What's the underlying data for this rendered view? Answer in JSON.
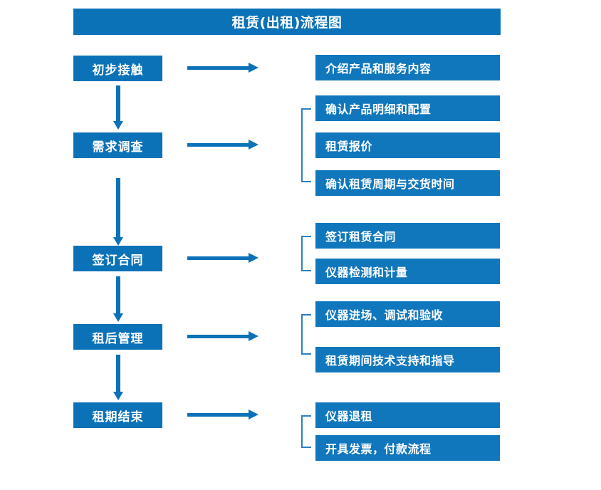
{
  "diagram": {
    "title": "租赁(出租)流程图",
    "colors": {
      "primary_blue": "#0B72B8",
      "detail_blue": "#1177BD",
      "bracket_blue": "#2E7FC0",
      "text_white": "#FFFFFF",
      "background": "#FFFFFF"
    },
    "stages": [
      {
        "label": "初步接触"
      },
      {
        "label": "需求调查"
      },
      {
        "label": "签订合同"
      },
      {
        "label": "租后管理"
      },
      {
        "label": "租期结束"
      }
    ],
    "details": {
      "group1": [
        "介绍产品和服务内容"
      ],
      "group2": [
        "确认产品明细和配置",
        "租赁报价",
        "确认租赁周期与交货时间"
      ],
      "group3": [
        "签订租赁合同",
        "仪器检测和计量"
      ],
      "group4": [
        "仪器进场、调试和验收",
        "租赁期间技术支持和指导"
      ],
      "group5": [
        "仪器退租",
        "开具发票，付款流程"
      ]
    }
  },
  "chart_data": {
    "type": "diagram",
    "title": "租赁(出租)流程图",
    "nodes": [
      {
        "id": "s1",
        "label": "初步接触",
        "column": "stage",
        "order": 1
      },
      {
        "id": "s2",
        "label": "需求调查",
        "column": "stage",
        "order": 2
      },
      {
        "id": "s3",
        "label": "签订合同",
        "column": "stage",
        "order": 3
      },
      {
        "id": "s4",
        "label": "租后管理",
        "column": "stage",
        "order": 4
      },
      {
        "id": "s5",
        "label": "租期结束",
        "column": "stage",
        "order": 5
      },
      {
        "id": "d1",
        "label": "介绍产品和服务内容",
        "column": "detail",
        "parent": "s1"
      },
      {
        "id": "d2",
        "label": "确认产品明细和配置",
        "column": "detail",
        "parent": "s2"
      },
      {
        "id": "d3",
        "label": "租赁报价",
        "column": "detail",
        "parent": "s2"
      },
      {
        "id": "d4",
        "label": "确认租赁周期与交货时间",
        "column": "detail",
        "parent": "s2"
      },
      {
        "id": "d5",
        "label": "签订租赁合同",
        "column": "detail",
        "parent": "s3"
      },
      {
        "id": "d6",
        "label": "仪器检测和计量",
        "column": "detail",
        "parent": "s3"
      },
      {
        "id": "d7",
        "label": "仪器进场、调试和验收",
        "column": "detail",
        "parent": "s4"
      },
      {
        "id": "d8",
        "label": "租赁期间技术支持和指导",
        "column": "detail",
        "parent": "s4"
      },
      {
        "id": "d9",
        "label": "仪器退租",
        "column": "detail",
        "parent": "s5"
      },
      {
        "id": "d10",
        "label": "开具发票，付款流程",
        "column": "detail",
        "parent": "s5"
      }
    ],
    "edges": [
      {
        "from": "s1",
        "to": "s2",
        "direction": "down"
      },
      {
        "from": "s2",
        "to": "s3",
        "direction": "down"
      },
      {
        "from": "s3",
        "to": "s4",
        "direction": "down"
      },
      {
        "from": "s4",
        "to": "s5",
        "direction": "down"
      },
      {
        "from": "s1",
        "to": "group1",
        "direction": "right"
      },
      {
        "from": "s2",
        "to": "group2",
        "direction": "right"
      },
      {
        "from": "s3",
        "to": "group3",
        "direction": "right"
      },
      {
        "from": "s4",
        "to": "group4",
        "direction": "right"
      },
      {
        "from": "s5",
        "to": "group5",
        "direction": "right"
      }
    ]
  }
}
